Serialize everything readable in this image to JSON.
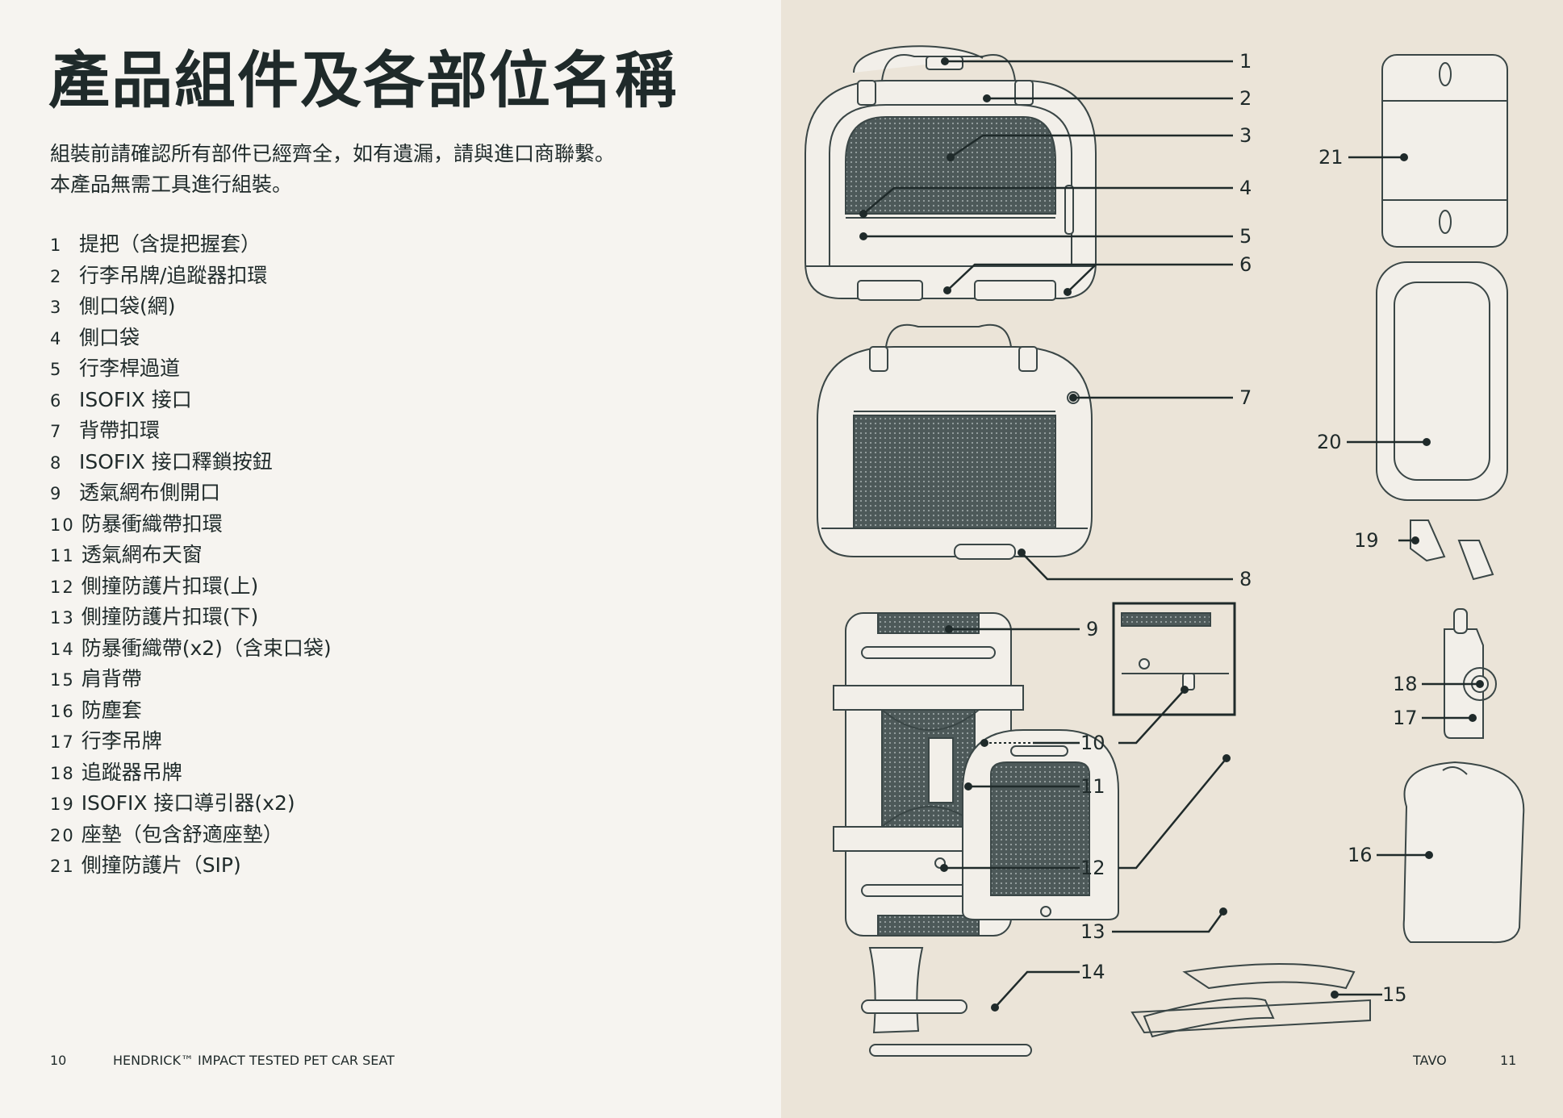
{
  "left_page": {
    "title": "產品組件及各部位名稱",
    "intro": [
      "組裝前請確認所有部件已經齊全，如有遺漏，請與進口商聯繫。",
      "本產品無需工具進行組裝。"
    ],
    "parts": [
      {
        "num": "1",
        "label": "提把（含提把握套）"
      },
      {
        "num": "2",
        "label": "行李吊牌/追蹤器扣環"
      },
      {
        "num": "3",
        "label": "側口袋(網)"
      },
      {
        "num": "4",
        "label": "側口袋"
      },
      {
        "num": "5",
        "label": "行李桿過道"
      },
      {
        "num": "6",
        "label": "ISOFIX 接口"
      },
      {
        "num": "7",
        "label": "背帶扣環"
      },
      {
        "num": "8",
        "label": "ISOFIX 接口釋鎖按鈕"
      },
      {
        "num": "9",
        "label": "透氣網布側開口"
      },
      {
        "num": "10",
        "label": "防暴衝織帶扣環"
      },
      {
        "num": "11",
        "label": "透氣網布天窗"
      },
      {
        "num": "12",
        "label": "側撞防護片扣環(上)"
      },
      {
        "num": "13",
        "label": "側撞防護片扣環(下)"
      },
      {
        "num": "14",
        "label": "防暴衝織帶(x2)（含束口袋)"
      },
      {
        "num": "15",
        "label": "肩背帶"
      },
      {
        "num": "16",
        "label": "防塵套"
      },
      {
        "num": "17",
        "label": "行李吊牌"
      },
      {
        "num": "18",
        "label": "追蹤器吊牌"
      },
      {
        "num": "19",
        "label": "ISOFIX 接口導引器(x2)"
      },
      {
        "num": "20",
        "label": "座墊（包含舒適座墊）"
      },
      {
        "num": "21",
        "label": "側撞防護片（SIP)"
      }
    ],
    "page_number": "10",
    "footer_text": "HENDRICK™ IMPACT TESTED PET CAR SEAT"
  },
  "right_page": {
    "callouts": [
      "1",
      "2",
      "3",
      "4",
      "5",
      "6",
      "7",
      "8",
      "9",
      "10",
      "11",
      "12",
      "13",
      "14",
      "15",
      "16",
      "17",
      "18",
      "19",
      "20",
      "21"
    ],
    "brand": "TAVO",
    "page_number": "11"
  },
  "colors": {
    "left_bg": "#f6f4f0",
    "right_bg": "#ebe4d8",
    "ink": "#1f2a2a",
    "mesh": "#4d5959"
  }
}
